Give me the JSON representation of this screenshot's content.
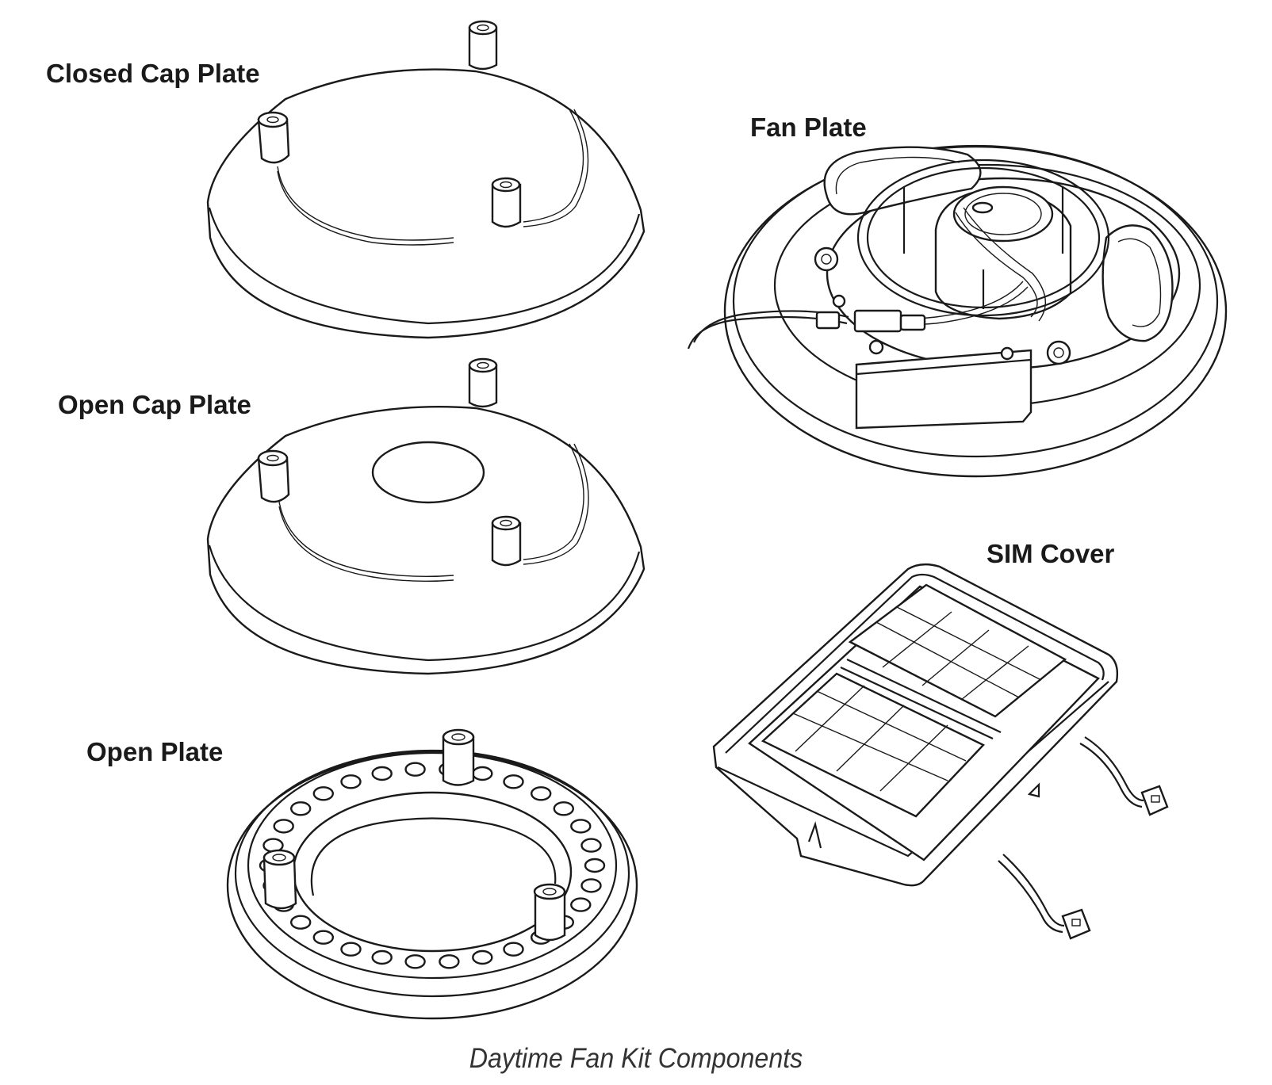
{
  "labels": {
    "closed_cap_plate": "Closed Cap Plate",
    "fan_plate": "Fan Plate",
    "open_cap_plate": "Open Cap Plate",
    "open_plate": "Open Plate",
    "sim_cover": "SIM Cover"
  },
  "caption": "Daytime Fan Kit Components",
  "colors": {
    "line": "#1a1a1a",
    "background": "#ffffff"
  }
}
